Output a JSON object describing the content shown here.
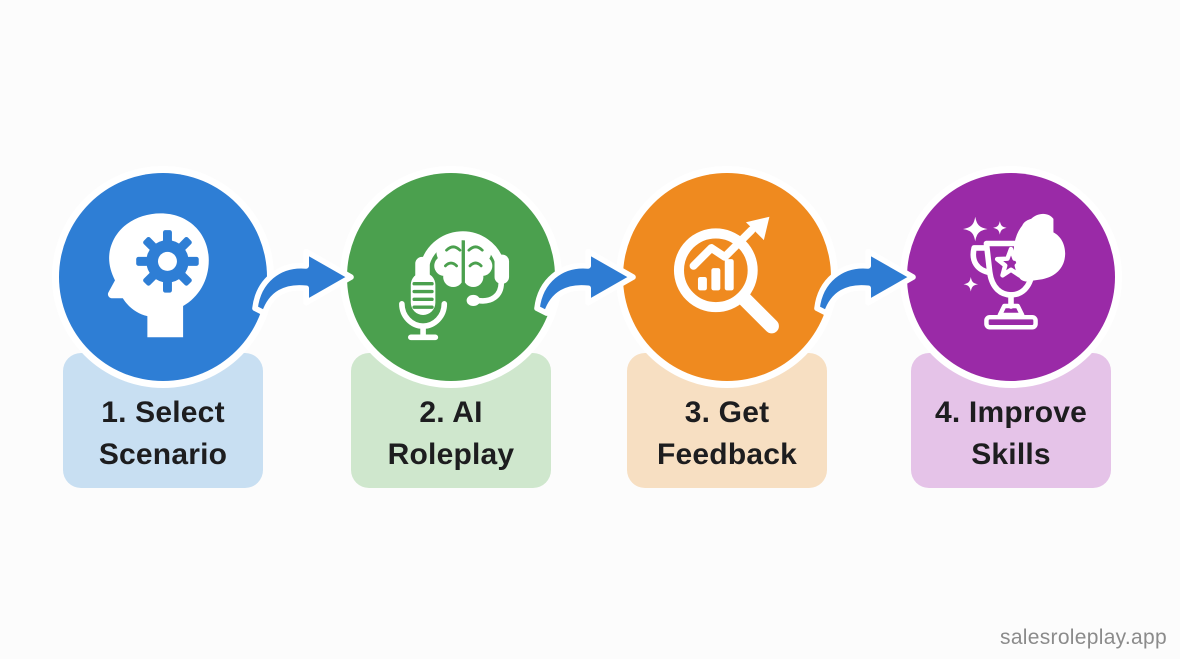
{
  "diagram": {
    "watermark": "salesroleplay.app",
    "arrow_color": "#2e7cd3",
    "text_color": "#1d1d1f",
    "steps": [
      {
        "label": "1. Select\nScenario",
        "color": "#2e7ed5",
        "box_color": "#c8dff2",
        "icon": "head-gear-icon"
      },
      {
        "label": "2. AI\nRoleplay",
        "color": "#4ba04e",
        "box_color": "#cfe7cd",
        "icon": "ai-roleplay-icon"
      },
      {
        "label": "3. Get\nFeedback",
        "color": "#ef8a1f",
        "box_color": "#f7dfc2",
        "icon": "feedback-analysis-icon"
      },
      {
        "label": "4. Improve\nSkills",
        "color": "#9a2aa7",
        "box_color": "#e5c3e8",
        "icon": "improve-skills-icon"
      }
    ]
  }
}
